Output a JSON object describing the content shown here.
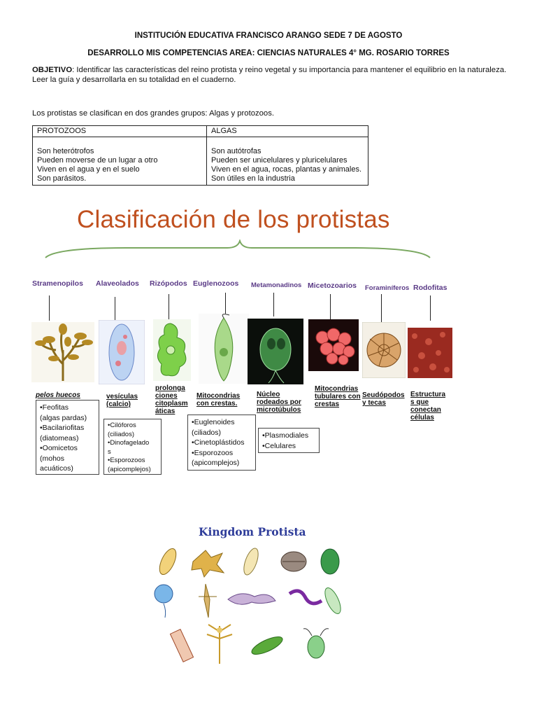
{
  "header": {
    "line1": "INSTITUCIÓN EDUCATIVA FRANCISCO ARANGO SEDE 7 DE AGOSTO",
    "line2": "DESARROLLO MIS COMPETENCIAS AREA: CIENCIAS NATURALES 4° MG. ROSARIO TORRES"
  },
  "objective": {
    "label": "OBJETIVO",
    "text": ": Identificar las características del reino protista y reino vegetal y su importancia para mantener el equilibrio en la naturaleza. Leer la guía y desarrollarla en su totalidad en el cuaderno."
  },
  "intro": "Los protistas se clasifican en dos grandes grupos: Algas y protozoos.",
  "table": {
    "headers": [
      "PROTOZOOS",
      "ALGAS"
    ],
    "protozoos": [
      "Son heterótrofos",
      "Pueden moverse de un lugar a otro",
      "Viven en el agua y en el suelo",
      "Son parásitos."
    ],
    "algas": [
      "Son autótrofas",
      "Pueden ser unicelulares y pluricelulares",
      "Viven en el agua, rocas, plantas y animales.",
      "Son útiles en la industria"
    ]
  },
  "diagram": {
    "title": "Clasificación de los protistas",
    "groups": [
      "Stramenopilos",
      "Alaveolados",
      "Rizópodos",
      "Euglenozoos",
      "Metamonadinos",
      "Micetozoarios",
      "Foraminíferos",
      "Rodofitas"
    ],
    "features": [
      "pelos huecos",
      "vesículas (calcio)",
      "prolonga ciones citoplasm áticas",
      "Mitocondrias con crestas.",
      "Núcleo rodeados por microtúbulos",
      "Mitocondrias tubulares con crestas",
      "Seudópodos y tecas",
      "Estructura s que conectan células"
    ],
    "subgroups": {
      "stramenopilos": [
        "•Feofitas",
        "(algas pardas)",
        "•Bacilariofitas",
        "(diatomeas)",
        "•Oomicetos",
        "(mohos",
        "acuáticos)"
      ],
      "alaveolados": [
        "•Cilóforos",
        "(ciliados)",
        "•Dinofagelado",
        "s",
        "•Esporozoos",
        "(apicomplejos)"
      ],
      "euglenozoos": [
        "•Euglenoides",
        "(ciliados)",
        "•Cinetoplástidos",
        "•Esporozoos",
        "(apicomplejos)"
      ],
      "micetozoarios": [
        "•Plasmodiales",
        "•Celulares"
      ]
    }
  },
  "kingdom": {
    "title": "Kingdom Protista"
  },
  "colors": {
    "title_orange": "#c0501f",
    "group_purple": "#5a3a86",
    "kingdom_blue": "#2f3d9a"
  }
}
